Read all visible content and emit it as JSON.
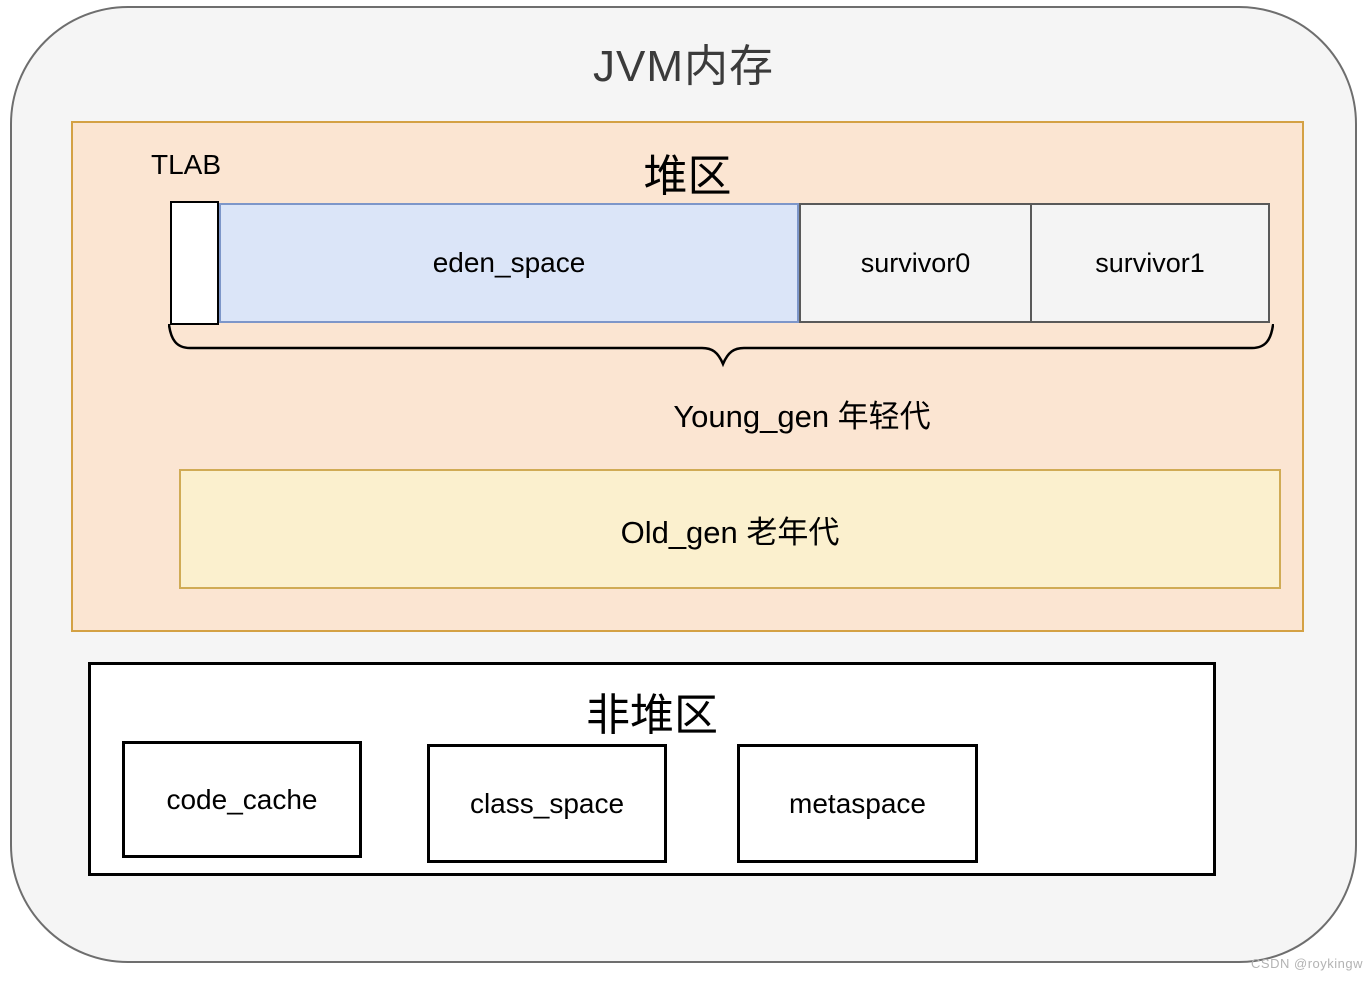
{
  "title": "JVM内存",
  "heap": {
    "title": "堆区",
    "tlab_label": "TLAB",
    "eden_label": "eden_space",
    "survivor0_label": "survivor0",
    "survivor1_label": "survivor1",
    "young_gen_label": "Young_gen 年轻代",
    "old_gen_label": "Old_gen 老年代"
  },
  "non_heap": {
    "title": "非堆区",
    "boxes": [
      "code_cache",
      "class_space",
      "metaspace"
    ]
  },
  "watermark": "CSDN @roykingw",
  "colors": {
    "outer_bg": "#f5f5f5",
    "outer_border": "#6e6e6e",
    "heap_bg": "#fbe5d2",
    "heap_border": "#d4a144",
    "eden_bg": "#dbe5f8",
    "eden_border": "#7d96c9",
    "survivor_bg": "#f4f4f4",
    "survivor_border": "#595959",
    "old_gen_bg": "#fbf0ce",
    "old_gen_border": "#d0ab55",
    "tlab_box_bg": "#ffffff",
    "text_title": "#3b3b3b",
    "watermark_text": "#b3b3b3"
  }
}
